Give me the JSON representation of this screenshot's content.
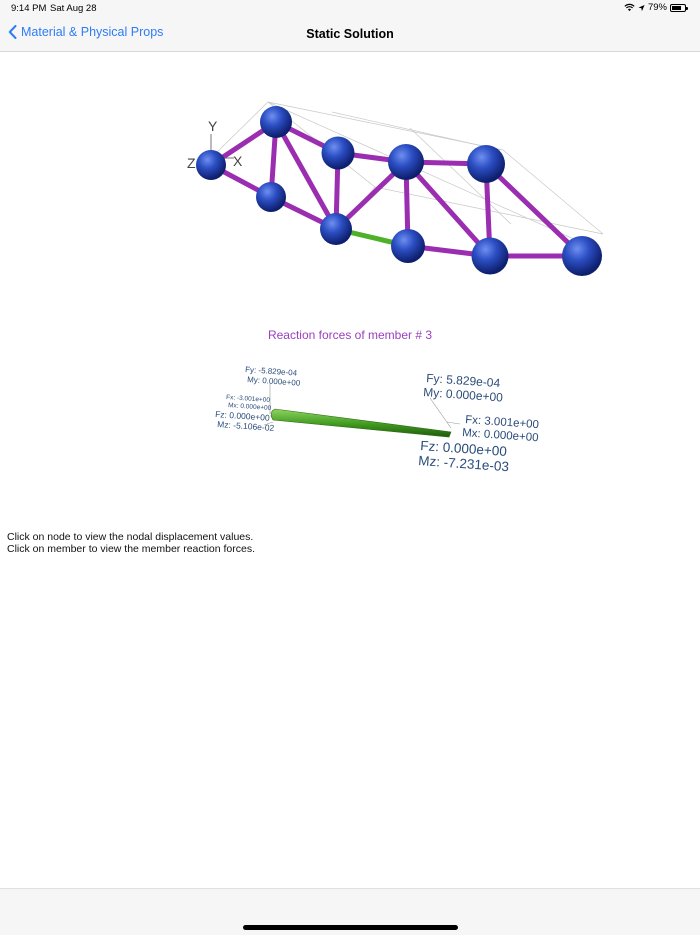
{
  "status": {
    "time": "9:14 PM",
    "date": "Sat Aug 28",
    "battery": "79%",
    "battery_level": 0.79
  },
  "nav": {
    "back_label": "Material & Physical Props",
    "title": "Static Solution"
  },
  "truss": {
    "axes": {
      "y": "Y",
      "z": "Z",
      "x": "X"
    }
  },
  "reaction": {
    "title": "Reaction forces of member # 3",
    "left": {
      "fy": "Fy: -5.829e-04",
      "my": "My: 0.000e+00",
      "fx": "Fx: -3.001e+00",
      "mx": "Mx: 0.000e+00",
      "fz": "Fz: 0.000e+00",
      "mz": "Mz: -5.106e-02"
    },
    "right": {
      "fy": "Fy: 5.829e-04",
      "my": "My: 0.000e+00",
      "fx": "Fx: 3.001e+00",
      "mx": "Mx: 0.000e+00",
      "fz": "Fz: 0.000e+00",
      "mz": "Mz: -7.231e-03"
    }
  },
  "instructions": {
    "line1": "Click on node to view the nodal displacement values.",
    "line2": "Click on member to view the member reaction forces."
  },
  "colors": {
    "accent": "#2f7cf6",
    "node": "#1f3f9e",
    "member": "#9a2db0",
    "selected_member": "#4fb02a",
    "reaction_title": "#9b3fbf"
  }
}
